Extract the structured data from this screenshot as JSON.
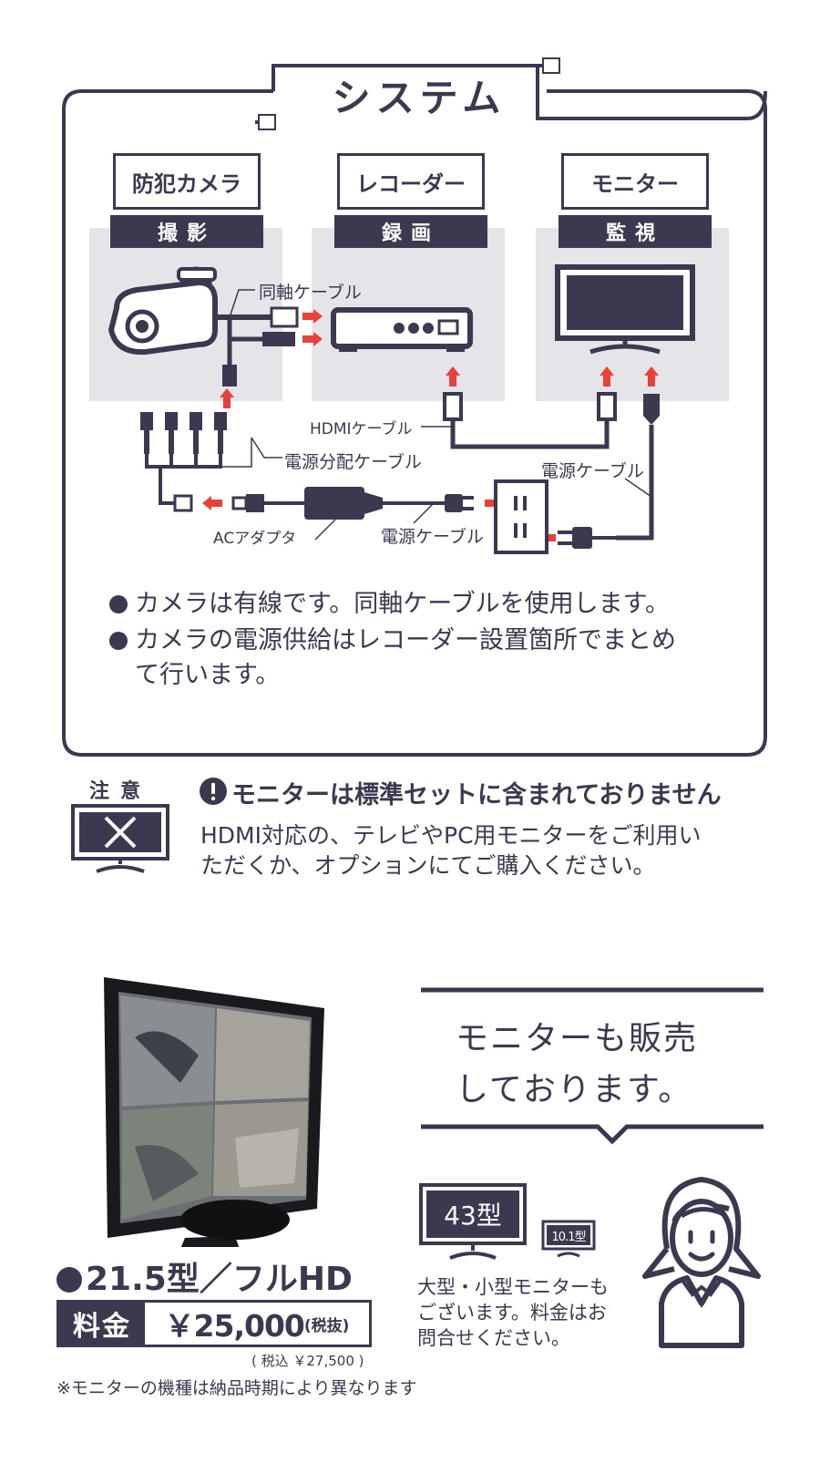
{
  "system": {
    "title": "システム",
    "columns": [
      {
        "title": "防犯カメラ",
        "sub": "撮影"
      },
      {
        "title": "レコーダー",
        "sub": "録画"
      },
      {
        "title": "モニター",
        "sub": "監視"
      }
    ],
    "labels": {
      "coax": "同軸ケーブル",
      "hdmi": "HDMIケーブル",
      "power_split": "電源分配ケーブル",
      "power_right": "電源ケーブル",
      "power_bottom": "電源ケーブル",
      "ac_adapter": "ACアダプタ"
    },
    "bullets": [
      "カメラは有線です。同軸ケーブルを使用します。",
      "カメラの電源供給はレコーダー設置箇所でまとめ",
      "て行います。"
    ]
  },
  "notice": {
    "label": "注意",
    "headline": "モニターは標準セットに含まれておりません",
    "body_line1": "HDMI対応の、テレビやPC用モニターをご利用い",
    "body_line2": "ただくか、オプションにてご購入ください。"
  },
  "monitor_sale": {
    "speech_line1": "モニターも販売",
    "speech_line2": "しております。",
    "size_large": "43型",
    "size_small": "10.1型",
    "note_line1": "大型・小型モニターも",
    "note_line2": "ございます。料金はお",
    "note_line3": "問合せください。"
  },
  "product": {
    "name": "21.5型／フルHD",
    "price_label": "料金",
    "price": "￥25,000",
    "price_tax_note": "(税抜)",
    "price_incl": "( 税込 ￥27,500 )",
    "footnote": "※モニターの機種は納品時期により異なります"
  },
  "colors": {
    "dark": "#3d3750",
    "accent_red": "#e8413a",
    "panel_gray": "#e5e4e9"
  }
}
